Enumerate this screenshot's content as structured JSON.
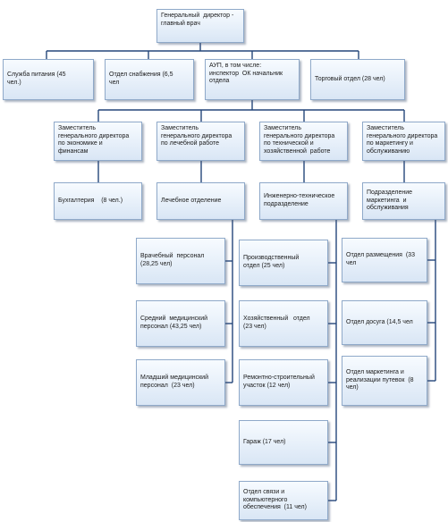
{
  "nodes": {
    "director": "Генеральный  директор -\nглавный врач",
    "food": "Служба питания (45\nчел.)",
    "supply": "Отдел снабжения (6,5\nчел",
    "aup": "АУП, в том числе:\nинспектор  ОК начальник\nотдела",
    "trade": "Торговый отдел (28 чел)",
    "dep_econ": "Заместитель\nгенерального директора\nпо экономике и\nфинансам",
    "dep_med": "Заместитель\nгенерального директора\nпо лечебной работе",
    "dep_tech": "Заместитель\nгенерального директора\nпо технической и\nхозяйственной  работе",
    "dep_mkt": "Заместитель\nгенерального директора\nпо маркетингу и\nобслуживанию",
    "accounting": "Бухгалтерия    (8 чел.)",
    "treatment": "Лечебное отделение",
    "engineering": "Инженерно-техническое\nподразделение",
    "mkt_division": "Подразделение\nмаркетинга  и\nобслуживания",
    "doctors": "Врачебный  персонал\n(28,25 чел)",
    "mid_staff": "Средний  медицинский\nперсонал (43,25 чел)",
    "junior_staff": "Младший медицинский\nперсонал  (23 чел)",
    "production": "Производственный\nотдел (25 чел)",
    "household": "Хозяйственный   отдел\n(23 чел)",
    "repair": "Ремонтно-строительный\nучасток (12 чел)",
    "garage": "Гараж (17 чел)",
    "comm": "Отдел связи и\nкомпьютерного\nобеспечения  (11 чел)",
    "accommodation": "Отдел размещения  (33\nчел",
    "leisure": "Отдел досуга (14,5 чел",
    "mkt_sales": "Отдел маркетинга и\nреализации путевок  (8\nчел)"
  },
  "colors": {
    "line": "#25467a",
    "border": "#8fa9c9",
    "fill_top": "#f7fbff",
    "fill_bottom": "#d9e6f5"
  }
}
